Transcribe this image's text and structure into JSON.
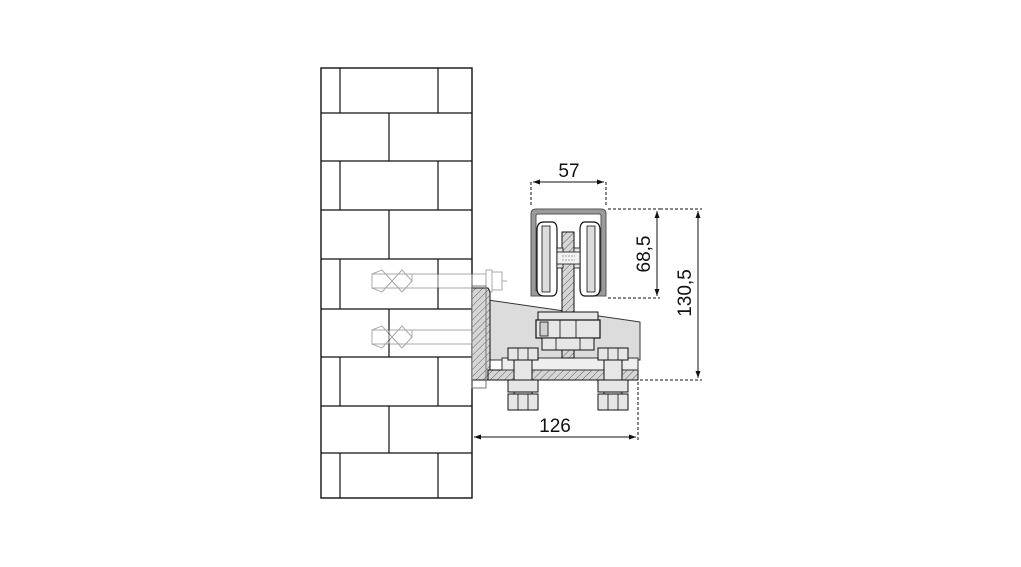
{
  "diagram": {
    "dimensions": {
      "profile_width": "57",
      "profile_height": "68,5",
      "total_height": "130,5",
      "bracket_depth": "126"
    }
  }
}
